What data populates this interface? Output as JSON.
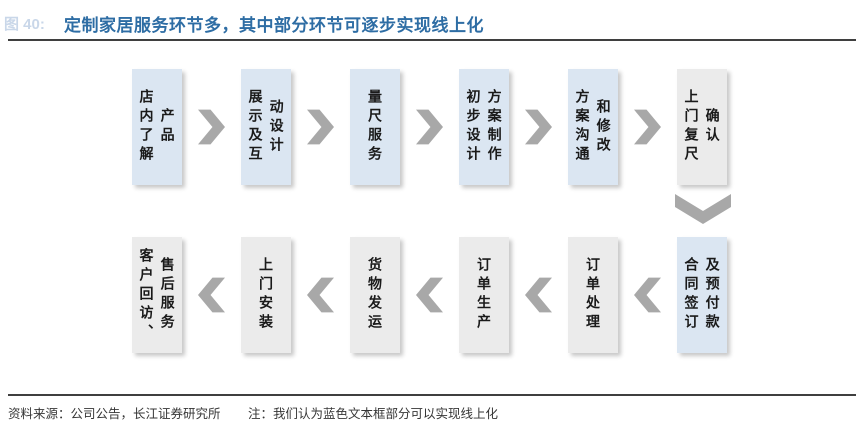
{
  "header": {
    "figure_label": "图 40:",
    "title": "定制家居服务环节多，其中部分环节可逐步实现线上化"
  },
  "colors": {
    "online_capable_box": "#dbe6f2",
    "offline_box": "#ebebeb",
    "arrow": "#a8a8a8",
    "title_text": "#2e6da4"
  },
  "flow": {
    "top_row": {
      "direction": "left-to-right",
      "steps": [
        {
          "text": "店内了解产品",
          "columns": [
            "店内了解",
            "产品"
          ],
          "online_capable": true
        },
        {
          "text": "展示及互动设计",
          "columns": [
            "展示及互",
            "动设计"
          ],
          "online_capable": true
        },
        {
          "text": "量尺服务",
          "columns": [
            "量尺服务"
          ],
          "online_capable": true
        },
        {
          "text": "初步设计方案制作",
          "columns": [
            "初步设计",
            "方案制作"
          ],
          "online_capable": true
        },
        {
          "text": "方案沟通和修改",
          "columns": [
            "方案沟通",
            "和修改"
          ],
          "online_capable": true
        },
        {
          "text": "上门复尺确认",
          "columns": [
            "上门复尺",
            "确认"
          ],
          "online_capable": false
        }
      ]
    },
    "bottom_row": {
      "direction": "right-to-left",
      "steps": [
        {
          "text": "合同签订及预付款",
          "columns": [
            "合同签订",
            "及预付款"
          ],
          "online_capable": true
        },
        {
          "text": "订单处理",
          "columns": [
            "订单处理"
          ],
          "online_capable": false
        },
        {
          "text": "订单生产",
          "columns": [
            "订单生产"
          ],
          "online_capable": false
        },
        {
          "text": "货物发运",
          "columns": [
            "货物发运"
          ],
          "online_capable": false
        },
        {
          "text": "上门安装",
          "columns": [
            "上门安装"
          ],
          "online_capable": false
        },
        {
          "text": "客户回访、售后服务",
          "columns": [
            "客户回访、",
            "售后服务"
          ],
          "online_capable": false
        }
      ]
    }
  },
  "footer": {
    "source": "资料来源：公司公告，长江证券研究所",
    "note": "注：我们认为蓝色文本框部分可以实现线上化"
  }
}
